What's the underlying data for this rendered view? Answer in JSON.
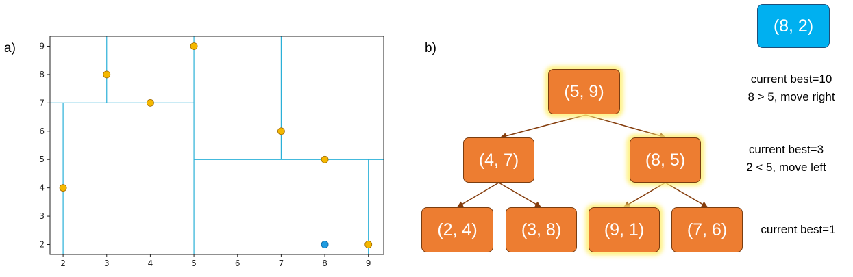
{
  "panel_a_label": "a)",
  "panel_b_label": "b)",
  "query_point": "(8, 2)",
  "tree": {
    "root": "(5, 9)",
    "left": "(4, 7)",
    "right": "(8, 5)",
    "left_left": "(2, 4)",
    "left_right": "(3, 8)",
    "right_left": "(9, 1)",
    "right_right": "(7, 6)"
  },
  "notes": {
    "level0_line1": "current best=10",
    "level0_line2": "8 > 5, move right",
    "level1_line1": "current best=3",
    "level1_line2": "2 < 5, move left",
    "level2_line1": "current best=1"
  },
  "colors": {
    "node_fill": "#ed7d31",
    "query_fill": "#00b0f0",
    "split_line": "#2ab0d8",
    "point_fill": "#f5b800",
    "query_point_fill": "#1f9be0",
    "edge": "#843c0c"
  },
  "chart_data": {
    "type": "scatter",
    "xlim": [
      1.7,
      9.35
    ],
    "ylim": [
      1.65,
      9.35
    ],
    "xticks": [
      2,
      3,
      4,
      5,
      6,
      7,
      8,
      9
    ],
    "yticks": [
      2,
      3,
      4,
      5,
      6,
      7,
      8,
      9
    ],
    "points": [
      {
        "x": 2,
        "y": 4
      },
      {
        "x": 3,
        "y": 8
      },
      {
        "x": 4,
        "y": 7
      },
      {
        "x": 5,
        "y": 9
      },
      {
        "x": 7,
        "y": 6
      },
      {
        "x": 8,
        "y": 5
      },
      {
        "x": 9,
        "y": 2
      }
    ],
    "query": {
      "x": 8,
      "y": 2
    },
    "split_lines": [
      {
        "orient": "v",
        "at": 5,
        "from": 1.65,
        "to": 9.35
      },
      {
        "orient": "h",
        "at": 7,
        "from": 1.7,
        "to": 5
      },
      {
        "orient": "h",
        "at": 5,
        "from": 5,
        "to": 9.35
      },
      {
        "orient": "v",
        "at": 2,
        "from": 1.65,
        "to": 7
      },
      {
        "orient": "v",
        "at": 3,
        "from": 7,
        "to": 9.35
      },
      {
        "orient": "v",
        "at": 9,
        "from": 1.65,
        "to": 5
      },
      {
        "orient": "v",
        "at": 7,
        "from": 5,
        "to": 9.35
      }
    ]
  }
}
